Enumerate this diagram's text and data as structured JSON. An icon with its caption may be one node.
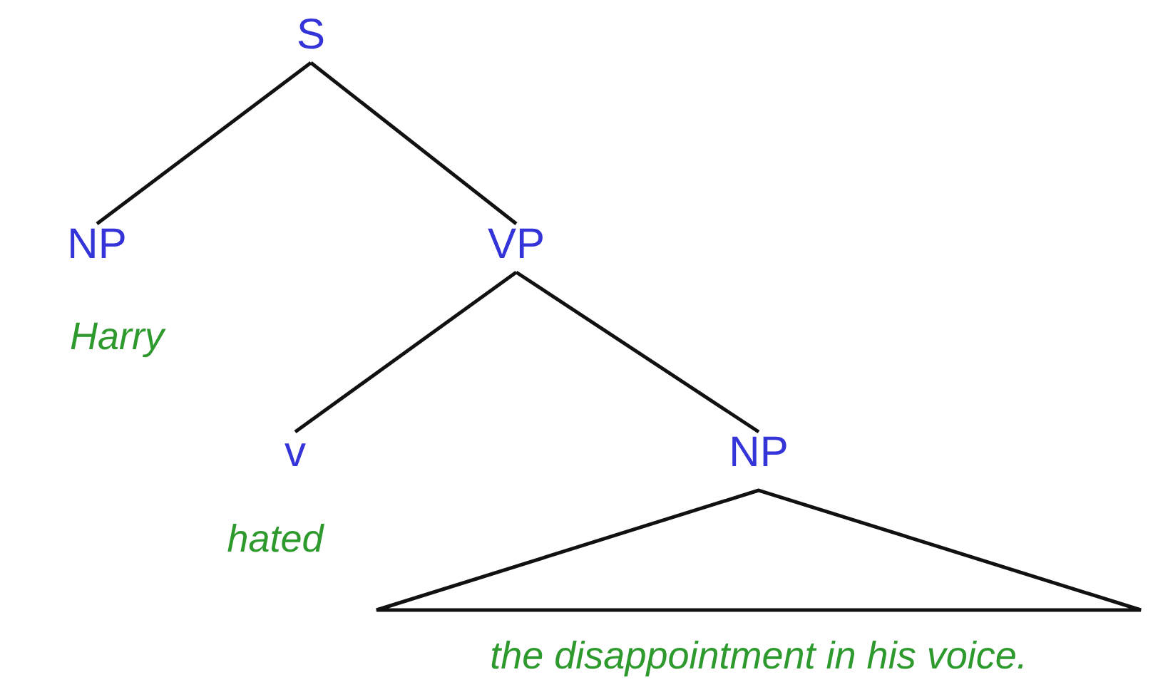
{
  "diagram": {
    "nodes": [
      {
        "text": [
          "S"
        ]
      },
      {
        "text": [
          "NP"
        ],
        "beside": [
          "Harry"
        ]
      },
      {
        "text": [
          "VP"
        ]
      },
      {
        "text": [
          "v"
        ],
        "beside": [
          "hated"
        ]
      },
      {
        "text": [
          "NP"
        ]
      },
      {
        "text": [
          "the disappointment in his voice."
        ]
      }
    ],
    "edges": [
      {
        "from": 0,
        "to": 1,
        "arrow": "none"
      },
      {
        "from": 0,
        "to": 2,
        "arrow": "none"
      },
      {
        "from": 2,
        "to": 3,
        "arrow": "none"
      },
      {
        "from": 2,
        "to": 4,
        "arrow": "none"
      }
    ]
  }
}
